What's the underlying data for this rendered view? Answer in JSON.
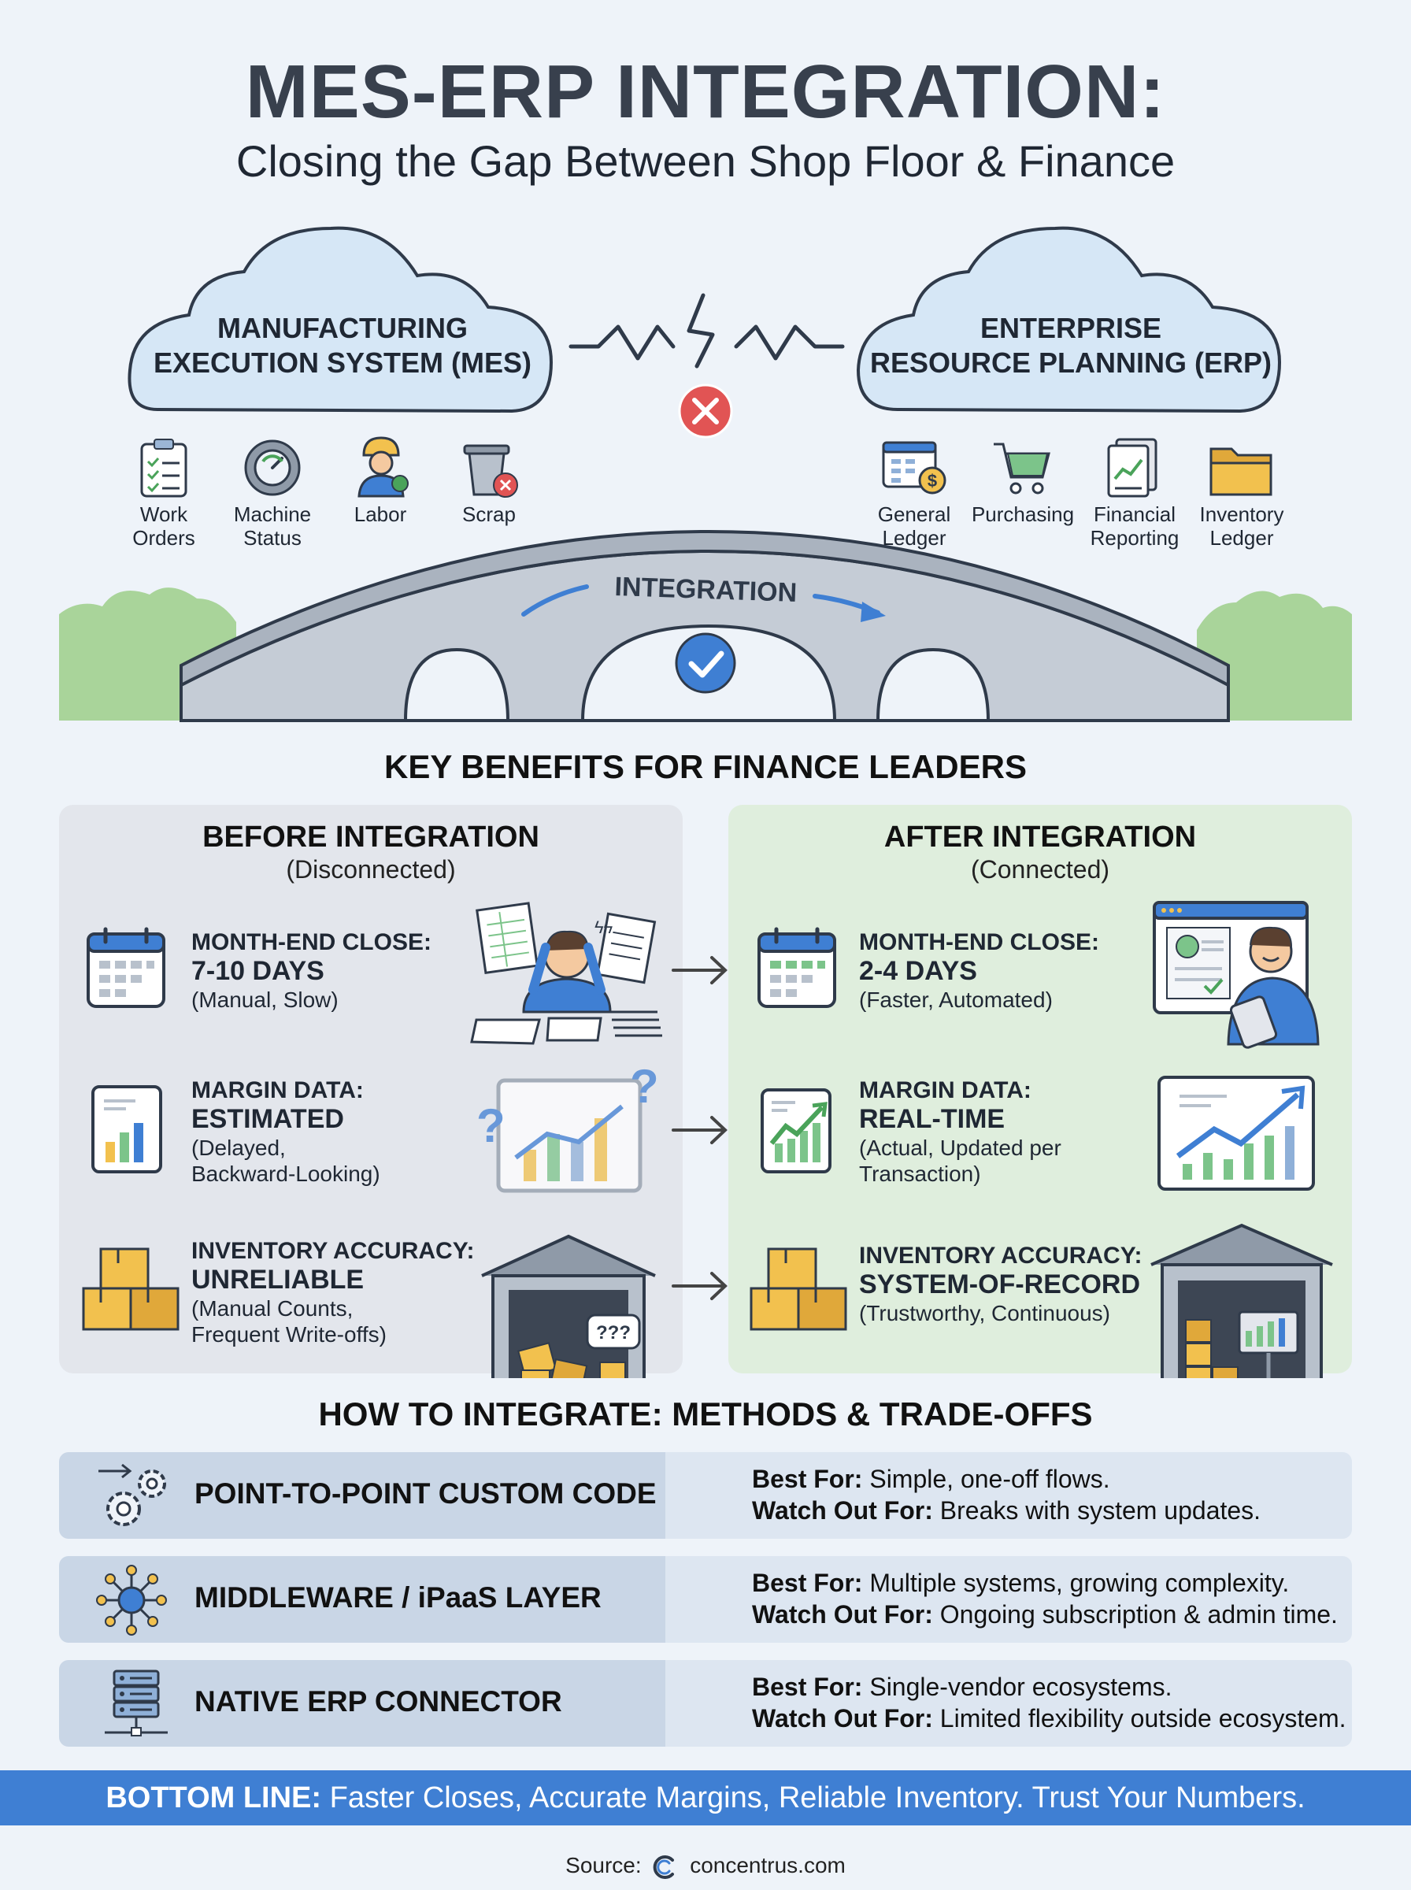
{
  "header": {
    "title": "MES-ERP INTEGRATION:",
    "subtitle": "Closing the Gap Between Shop Floor & Finance"
  },
  "mes": {
    "label_line1": "MANUFACTURING",
    "label_line2": "EXECUTION SYSTEM (MES)",
    "items": [
      {
        "label": "Work\nOrders",
        "icon": "clipboard-icon"
      },
      {
        "label": "Machine\nStatus",
        "icon": "gauge-gear-icon"
      },
      {
        "label": "Labor",
        "icon": "worker-icon"
      },
      {
        "label": "Scrap",
        "icon": "trash-icon"
      }
    ]
  },
  "erp": {
    "label_line1": "ENTERPRISE",
    "label_line2": "RESOURCE PLANNING (ERP)",
    "items": [
      {
        "label": "General\nLedger",
        "icon": "ledger-icon"
      },
      {
        "label": "Purchasing",
        "icon": "cart-icon"
      },
      {
        "label": "Financial\nReporting",
        "icon": "report-icon"
      },
      {
        "label": "Inventory\nLedger",
        "icon": "folder-icon"
      }
    ]
  },
  "bridge": {
    "label": "INTEGRATION"
  },
  "benefits": {
    "title": "KEY BENEFITS FOR FINANCE LEADERS",
    "before": {
      "heading": "BEFORE INTEGRATION",
      "sub": "(Disconnected)",
      "metrics": [
        {
          "label": "MONTH-END CLOSE:",
          "value": "7-10 DAYS",
          "note": "(Manual, Slow)"
        },
        {
          "label": "MARGIN DATA:",
          "value": "ESTIMATED",
          "note": "(Delayed,\nBackward-Looking)"
        },
        {
          "label": "INVENTORY ACCURACY:",
          "value": "UNRELIABLE",
          "note": "(Manual Counts,\nFrequent Write-offs)"
        }
      ]
    },
    "after": {
      "heading": "AFTER INTEGRATION",
      "sub": "(Connected)",
      "metrics": [
        {
          "label": "MONTH-END CLOSE:",
          "value": "2-4 DAYS",
          "note": "(Faster, Automated)"
        },
        {
          "label": "MARGIN DATA:",
          "value": "REAL-TIME",
          "note": "(Actual, Updated per\nTransaction)"
        },
        {
          "label": "INVENTORY ACCURACY:",
          "value": "SYSTEM-OF-RECORD",
          "note": "(Trustworthy, Continuous)"
        }
      ]
    },
    "warehouse_sign": "???"
  },
  "methods": {
    "title": "HOW TO INTEGRATE: METHODS & TRADE-OFFS",
    "best_for_label": "Best For:",
    "watch_out_label": "Watch Out For:",
    "items": [
      {
        "name": "POINT-TO-POINT CUSTOM CODE",
        "best_for": "Simple, one-off flows.",
        "watch_out": "Breaks with system updates.",
        "icon": "gears-icon"
      },
      {
        "name": "MIDDLEWARE / iPaaS LAYER",
        "best_for": "Multiple systems, growing complexity.",
        "watch_out": "Ongoing subscription & admin time.",
        "icon": "hub-network-icon"
      },
      {
        "name": "NATIVE ERP CONNECTOR",
        "best_for": "Single-vendor ecosystems.",
        "watch_out": "Limited flexibility outside ecosystem.",
        "icon": "server-icon"
      }
    ]
  },
  "bottom_line": {
    "label": "BOTTOM LINE:",
    "text": "Faster Closes, Accurate Margins, Reliable Inventory. Trust Your Numbers."
  },
  "source": {
    "label": "Source:",
    "site": "concentrus.com"
  },
  "colors": {
    "background": "#eef3f9",
    "cloud": "#d6e7f6",
    "bridge": "#c5ccd6",
    "hills": "#a9d49a",
    "error": "#e15454",
    "ok": "#3f7fd3",
    "banner": "#3f7fd3"
  }
}
